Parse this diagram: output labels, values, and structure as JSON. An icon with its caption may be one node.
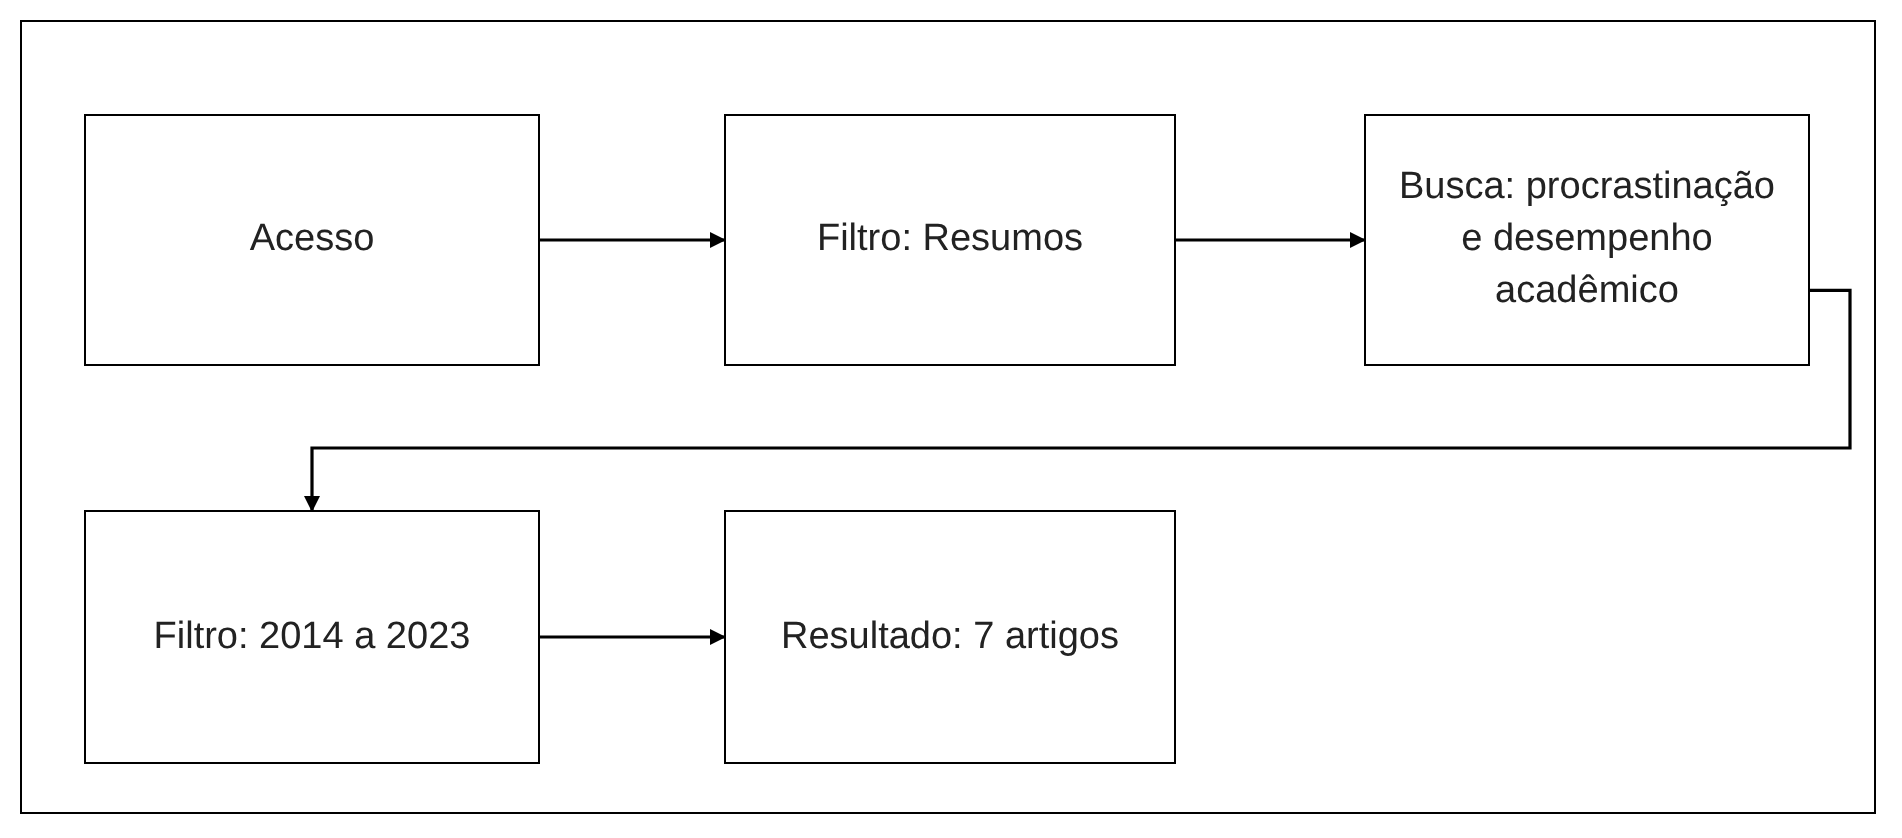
{
  "diagram": {
    "nodes": [
      {
        "text": [
          "Acesso"
        ]
      },
      {
        "text": [
          "Filtro: Resumos"
        ]
      },
      {
        "text": [
          "Busca: procrastinação e desempenho acadêmico"
        ]
      },
      {
        "text": [
          "Filtro: 2014 a 2023"
        ]
      },
      {
        "text": [
          "Resultado: 7 artigos"
        ]
      }
    ],
    "edges": [
      {
        "from": 0,
        "to": 1,
        "arrow": "to"
      },
      {
        "from": 1,
        "to": 2,
        "arrow": "to"
      },
      {
        "from": 2,
        "to": 3,
        "arrow": "to"
      },
      {
        "from": 3,
        "to": 4,
        "arrow": "to"
      }
    ]
  }
}
